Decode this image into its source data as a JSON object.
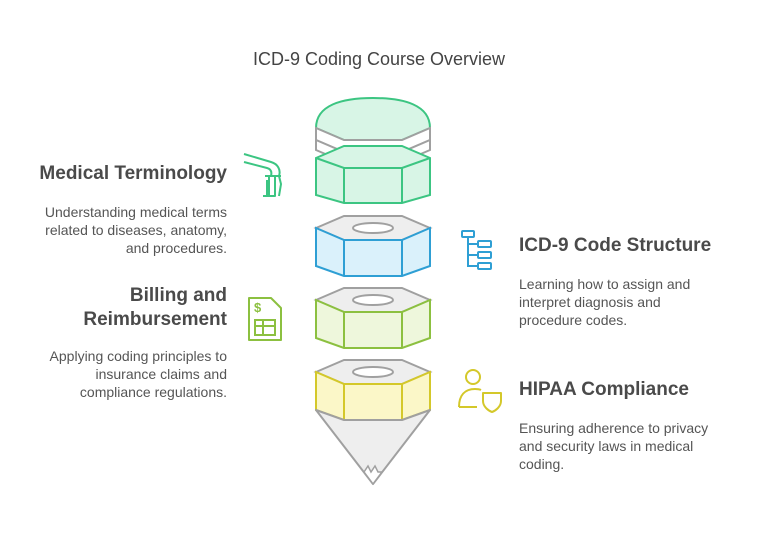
{
  "title": "ICD-9 Coding Course Overview",
  "colors": {
    "green": "#3cc582",
    "green_fill": "#d8f5e6",
    "blue": "#2e9fd4",
    "blue_fill": "#daf1fb",
    "lime": "#8cc040",
    "lime_fill": "#eef7dc",
    "yellow": "#d4c82a",
    "yellow_fill": "#fbf7c8",
    "gray": "#a0a0a0",
    "gray_fill": "#eeeeee"
  },
  "sections": [
    {
      "heading": "Medical Terminology",
      "description_lines": [
        "Understanding medical terms",
        "related to diseases, anatomy,",
        "and procedures."
      ],
      "icon": "knee-joint-icon",
      "side": "left",
      "color": "green"
    },
    {
      "heading": "ICD-9 Code Structure",
      "description_lines": [
        "Learning how to assign and",
        "interpret diagnosis and",
        "procedure codes."
      ],
      "icon": "hierarchy-icon",
      "side": "right",
      "color": "blue"
    },
    {
      "heading_lines": [
        "Billing and",
        "Reimbursement"
      ],
      "description_lines": [
        "Applying coding principles to",
        "insurance claims and",
        "compliance regulations."
      ],
      "icon": "invoice-icon",
      "side": "left",
      "color": "lime"
    },
    {
      "heading": "HIPAA Compliance",
      "description_lines": [
        "Ensuring adherence to privacy",
        "and security laws in medical",
        "coding."
      ],
      "icon": "user-shield-icon",
      "side": "right",
      "color": "yellow"
    }
  ]
}
